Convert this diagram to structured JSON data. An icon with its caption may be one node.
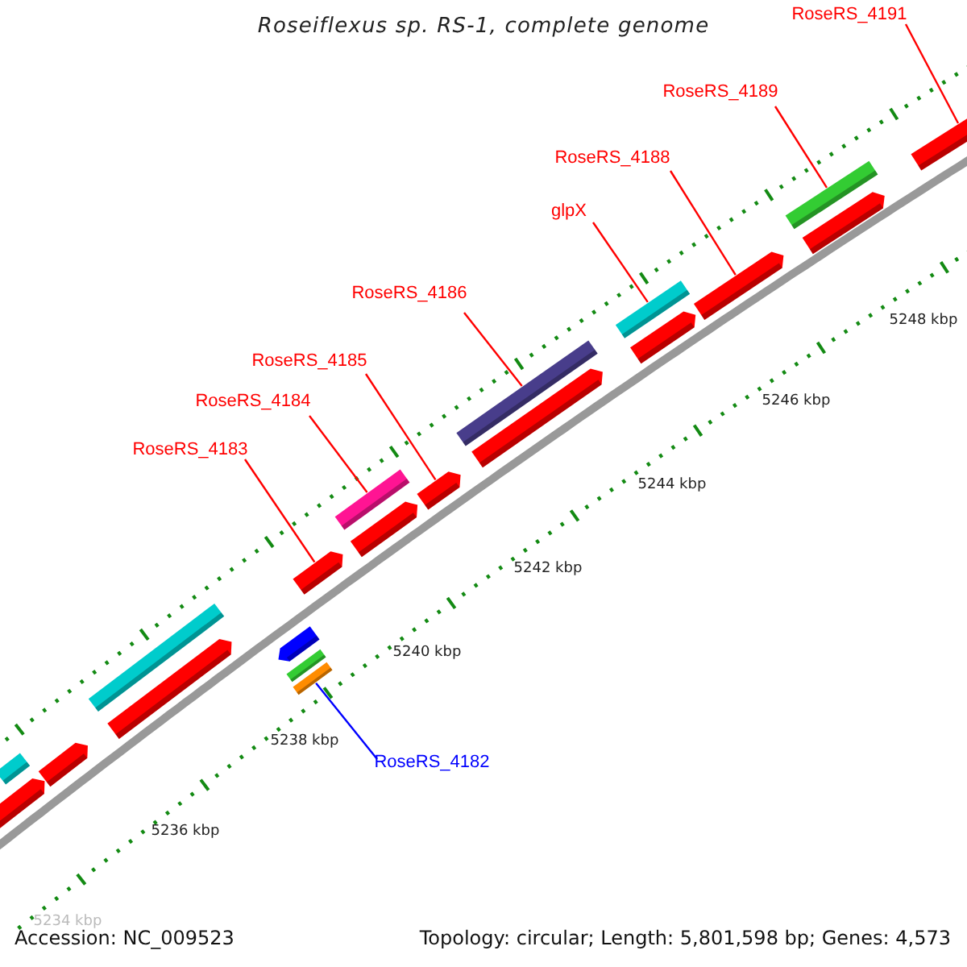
{
  "diagram": {
    "title": "Roseiflexus sp. RS-1, complete genome",
    "nodes": [
      {
        "text": [
          "RoseRS_4191"
        ]
      },
      {
        "text": [
          "RoseRS_4189"
        ]
      },
      {
        "text": [
          "RoseRS_4188"
        ]
      },
      {
        "text": [
          "glpX"
        ]
      },
      {
        "text": [
          "RoseRS_4186"
        ]
      },
      {
        "text": [
          "RoseRS_4185"
        ]
      },
      {
        "text": [
          "RoseRS_4184"
        ]
      },
      {
        "text": [
          "RoseRS_4183"
        ]
      },
      {
        "text": [
          "RoseRS_4182"
        ]
      },
      {
        "text": [],
        "shape": "bar"
      },
      {
        "text": [],
        "shape": "arrow"
      },
      {
        "text": [],
        "shape": "arrow"
      },
      {
        "text": [],
        "shape": "bar"
      },
      {
        "text": [],
        "shape": "arrow"
      },
      {
        "text": [],
        "shape": "arrow"
      },
      {
        "text": [],
        "shape": "bar"
      },
      {
        "text": [],
        "shape": "bar"
      },
      {
        "text": [],
        "shape": "arrow"
      },
      {
        "text": [],
        "shape": "bar"
      },
      {
        "text": [],
        "shape": "arrow"
      },
      {
        "text": [],
        "shape": "arrow"
      },
      {
        "text": [],
        "shape": "bar"
      },
      {
        "text": [],
        "shape": "arrow"
      },
      {
        "text": [],
        "shape": "bar"
      },
      {
        "text": [],
        "shape": "arrow"
      },
      {
        "text": [],
        "shape": "arrow"
      },
      {
        "text": [],
        "shape": "bar"
      },
      {
        "text": [],
        "shape": "arrow"
      },
      {
        "text": [],
        "shape": "arrow"
      }
    ],
    "edges": [
      {
        "from": 0,
        "to": 28,
        "arrow": "none"
      },
      {
        "from": 1,
        "to": 26,
        "arrow": "none"
      },
      {
        "from": 2,
        "to": 25,
        "arrow": "none"
      },
      {
        "from": 3,
        "to": 23,
        "arrow": "none"
      },
      {
        "from": 4,
        "to": 21,
        "arrow": "none"
      },
      {
        "from": 5,
        "to": 20,
        "arrow": "none"
      },
      {
        "from": 6,
        "to": 18,
        "arrow": "none"
      },
      {
        "from": 7,
        "to": 17,
        "arrow": "none"
      },
      {
        "from": 8,
        "to": 16,
        "arrow": "none",
        "color": "#0000ff"
      }
    ],
    "labels": [
      "5248 kbp",
      "5246 kbp",
      "5244 kbp",
      "5242 kbp",
      "5240 kbp",
      "5238 kbp",
      "5236 kbp",
      "5234 kbp",
      "Accession: NC_009523",
      "Topology: circular; Length: 5,801,598 bp; Genes: 4,573"
    ]
  }
}
